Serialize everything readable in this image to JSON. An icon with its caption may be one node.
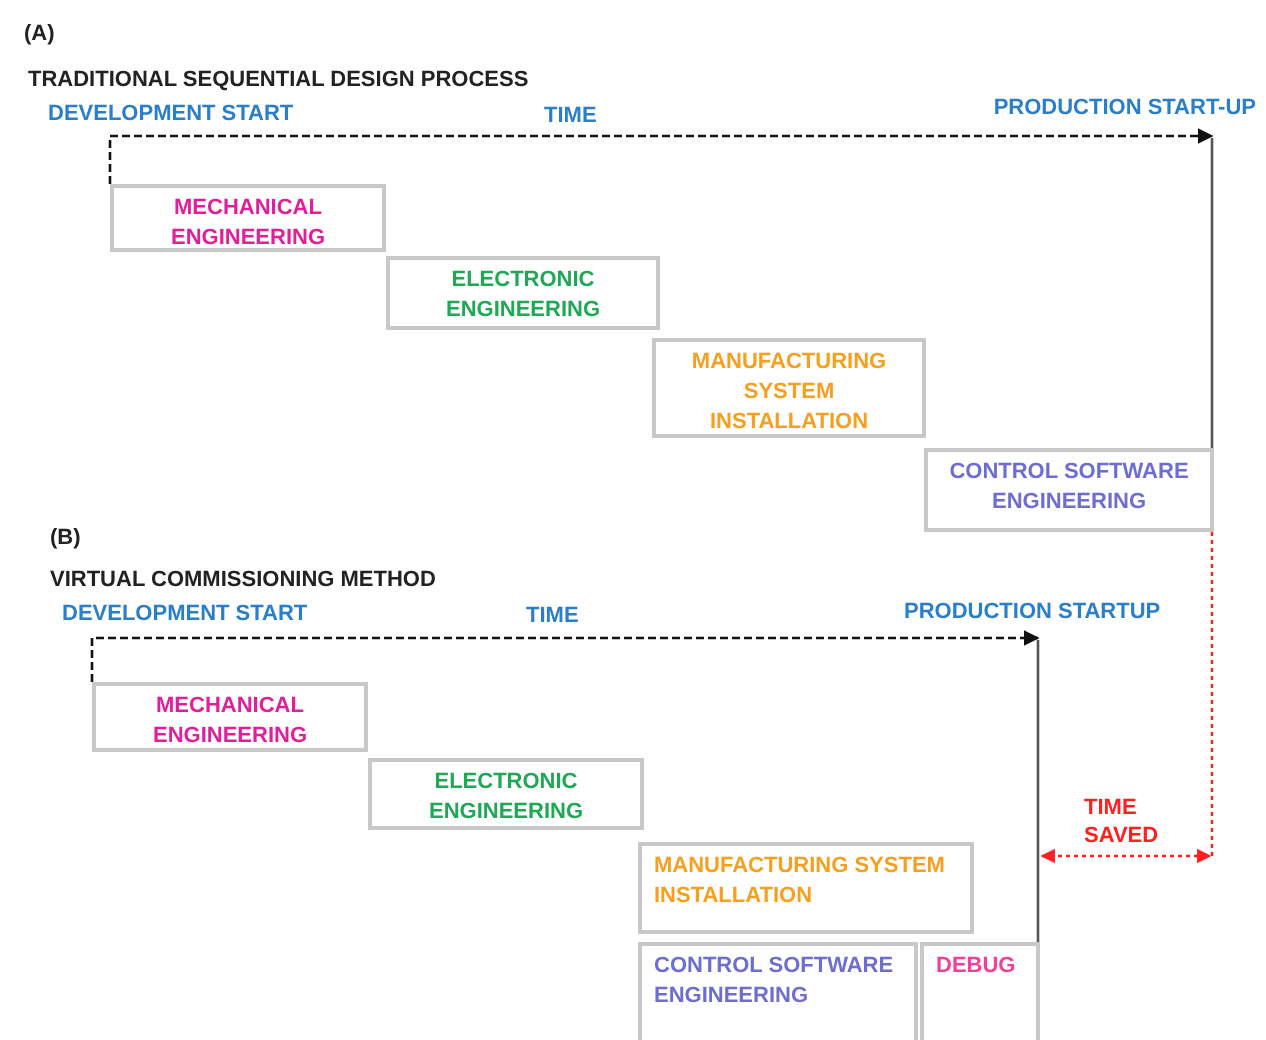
{
  "diagram": {
    "nodes": [
      {
        "text": [
          "MECHANICAL ENGINEERING"
        ]
      },
      {
        "text": [
          "ELECTRONIC ENGINEERING"
        ]
      },
      {
        "text": [
          "MANUFACTURING SYSTEM INSTALLATION"
        ]
      },
      {
        "text": [
          "CONTROL SOFTWARE ENGINEERING"
        ]
      },
      {
        "text": [
          "PRODUCTION START-UP"
        ]
      },
      {
        "text": [
          "MECHANICAL ENGINEERING"
        ]
      },
      {
        "text": [
          "ELECTRONIC ENGINEERING"
        ]
      },
      {
        "text": [
          "MANUFACTURING SYSTEM INSTALLATION"
        ]
      },
      {
        "text": [
          "CONTROL SOFTWARE ENGINEERING"
        ]
      },
      {
        "text": [
          "DEBUG"
        ]
      },
      {
        "text": [
          "PRODUCTION STARTUP"
        ]
      }
    ],
    "edges": [
      {
        "from": 0,
        "to": 4,
        "arrow": "to",
        "style": "dashed"
      },
      {
        "from": 5,
        "to": 10,
        "arrow": "to",
        "style": "dashed"
      },
      {
        "from": 3,
        "to": 4,
        "arrow": "none"
      },
      {
        "from": 9,
        "to": 10,
        "arrow": "none"
      }
    ],
    "labels": [
      "(A)",
      "TRADITIONAL SEQUENTIAL DESIGN PROCESS",
      "DEVELOPMENT START",
      "TIME",
      "(B)",
      "VIRTUAL COMMISSIONING METHOD",
      "DEVELOPMENT START",
      "TIME",
      "TIME SAVED"
    ]
  }
}
